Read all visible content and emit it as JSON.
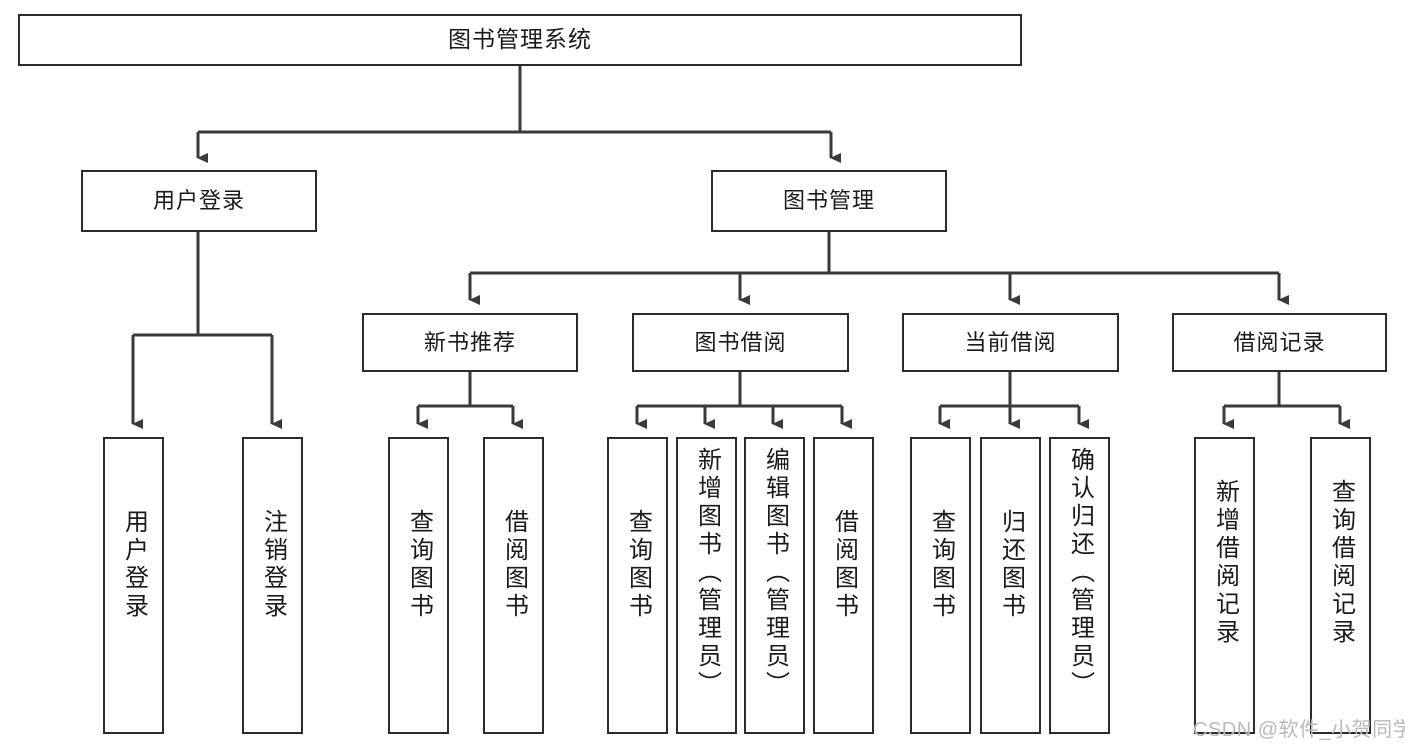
{
  "diagram": {
    "type": "tree-hierarchy-chart",
    "title": "图书管理系统",
    "colors": {
      "node_border": "#2b2b2b",
      "node_fill": "#ffffff",
      "connector": "#3a3a3a",
      "text": "#1a1a1a",
      "watermark": "#b9b9b9",
      "background": "#ffffff"
    },
    "levels": {
      "root": {
        "label": "图书管理系统"
      },
      "level2": [
        {
          "id": "user-login",
          "label": "用户登录"
        },
        {
          "id": "book-management",
          "label": "图书管理"
        }
      ],
      "level3": [
        {
          "id": "new-book-recommend",
          "label": "新书推荐",
          "parent": "book-management"
        },
        {
          "id": "book-borrow",
          "label": "图书借阅",
          "parent": "book-management"
        },
        {
          "id": "current-borrow",
          "label": "当前借阅",
          "parent": "book-management"
        },
        {
          "id": "borrow-record",
          "label": "借阅记录",
          "parent": "book-management"
        }
      ],
      "leaves": [
        {
          "id": "leaf-user-login",
          "label": "用户登录",
          "parent": "user-login"
        },
        {
          "id": "leaf-logout",
          "label": "注销登录",
          "parent": "user-login"
        },
        {
          "id": "leaf-query-book-1",
          "label": "查询图书",
          "parent": "new-book-recommend"
        },
        {
          "id": "leaf-borrow-book-1",
          "label": "借阅图书",
          "parent": "new-book-recommend"
        },
        {
          "id": "leaf-query-book-2",
          "label": "查询图书",
          "parent": "book-borrow"
        },
        {
          "id": "leaf-add-book",
          "label": "新增图书（管理员）",
          "parent": "book-borrow"
        },
        {
          "id": "leaf-edit-book",
          "label": "编辑图书（管理员）",
          "parent": "book-borrow"
        },
        {
          "id": "leaf-borrow-book-2",
          "label": "借阅图书",
          "parent": "book-borrow"
        },
        {
          "id": "leaf-query-book-3",
          "label": "查询图书",
          "parent": "current-borrow"
        },
        {
          "id": "leaf-return-book",
          "label": "归还图书",
          "parent": "current-borrow"
        },
        {
          "id": "leaf-confirm-return",
          "label": "确认归还（管理员）",
          "parent": "current-borrow"
        },
        {
          "id": "leaf-add-record",
          "label": "新增借阅记录",
          "parent": "borrow-record"
        },
        {
          "id": "leaf-query-record",
          "label": "查询借阅记录",
          "parent": "borrow-record"
        }
      ]
    }
  },
  "watermark": {
    "text": "CSDN @软件_小贺同学"
  }
}
